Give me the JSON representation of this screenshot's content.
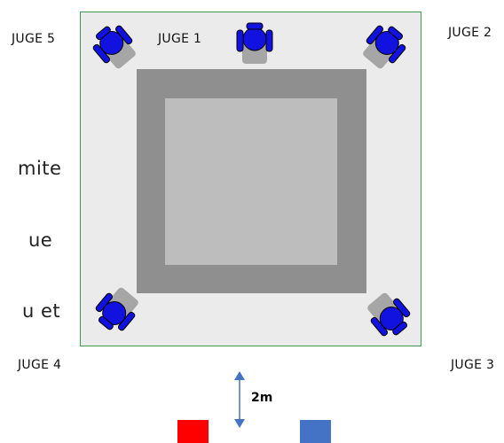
{
  "side_text": [
    "mite",
    "ue",
    "u et"
  ],
  "judges": [
    {
      "label": "JUGE 5"
    },
    {
      "label": "JUGE 1"
    },
    {
      "label": "JUGE 2"
    },
    {
      "label": "JUGE 4"
    },
    {
      "label": "JUGE 3"
    }
  ],
  "distance_label": "2m",
  "colors": {
    "area_border": "#3f9a55",
    "area_fill": "#ebebeb",
    "zone_outer": "#8f8f8f",
    "zone_inner": "#bdbdbd",
    "judge_blue": "#1212e0",
    "arrow_blue": "#4472c4",
    "red_flag": "#ff0000",
    "blue_flag": "#4472c4"
  }
}
